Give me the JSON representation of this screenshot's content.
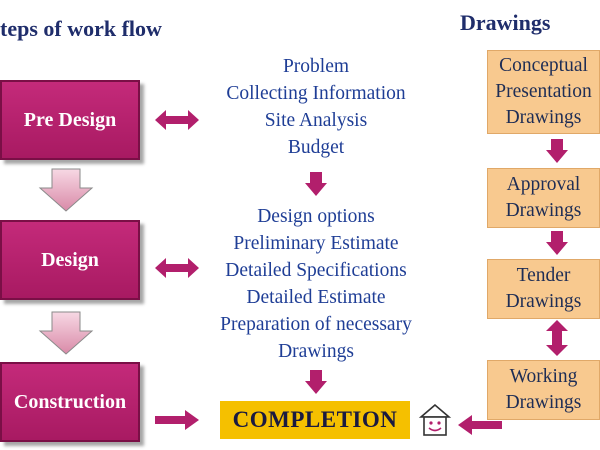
{
  "header": {
    "steps_title": "teps of work flow",
    "drawings_title": "Drawings"
  },
  "phases": [
    {
      "label": "Pre Design"
    },
    {
      "label": "Design"
    },
    {
      "label": "Construction"
    }
  ],
  "pre_design_steps": [
    "Problem",
    "Collecting Information",
    "Site Analysis",
    "Budget"
  ],
  "design_steps": [
    "Design options",
    "Preliminary Estimate",
    "Detailed Specifications",
    "Detailed Estimate",
    "Preparation of necessary",
    "Drawings"
  ],
  "completion": {
    "label": "COMPLETION"
  },
  "drawings": [
    {
      "lines": [
        "Conceptual",
        "Presentation",
        "Drawings"
      ]
    },
    {
      "lines": [
        "Approval",
        "Drawings"
      ]
    },
    {
      "lines": [
        "Tender",
        "Drawings"
      ]
    },
    {
      "lines": [
        "Working",
        "Drawings"
      ]
    }
  ],
  "colors": {
    "phase": "#b21f6c",
    "arrow": "#b21f6c",
    "drawing_box": "#f8c98f",
    "completion": "#f5c000",
    "text_blue": "#1f3e96",
    "title": "#1f2d6b"
  }
}
